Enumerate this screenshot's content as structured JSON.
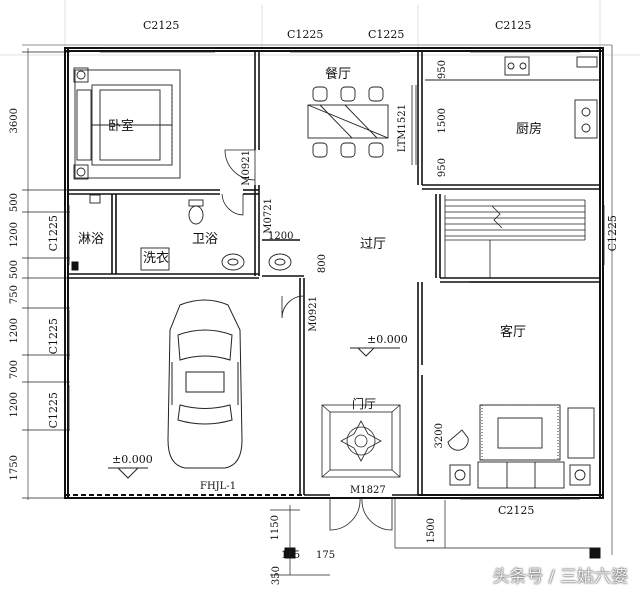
{
  "rooms": {
    "bedroom": "卧室",
    "dining": "餐厅",
    "kitchen": "厨房",
    "shower": "淋浴",
    "bathroom": "卫浴",
    "laundry": "洗衣",
    "hall": "过厅",
    "living": "客厅",
    "entry": "门厅"
  },
  "windows": {
    "top_left": "C2125",
    "top_mid_1": "C1225",
    "top_mid_2": "C1225",
    "top_right": "C2125",
    "left_upper": "C1225",
    "left_mid": "C1225",
    "left_lower": "C1225",
    "right_upper": "C1225",
    "bottom_right": "C2125",
    "dining_side": "LTM1521"
  },
  "doors": {
    "bedroom": "M0921",
    "bath": "M0721",
    "garage": "M0921",
    "front": "M1827",
    "garage_roller": "FHJL-1"
  },
  "levels": {
    "garage": "±0.000",
    "hall": "±0.000"
  },
  "dimensions": {
    "left": [
      "3600",
      "500",
      "1200",
      "500",
      "750",
      "1200",
      "700",
      "1200",
      "1750"
    ],
    "kitchen": [
      "950",
      "1500",
      "950"
    ],
    "wash": "1200",
    "passage": "800",
    "living": "3200",
    "bottom_step": "1150",
    "bottom_wall_1": "175",
    "bottom_wall_2": "175",
    "bottom_edge": "350",
    "bottom_right": "1500"
  },
  "watermark": "头条号 / 三姑六婆"
}
